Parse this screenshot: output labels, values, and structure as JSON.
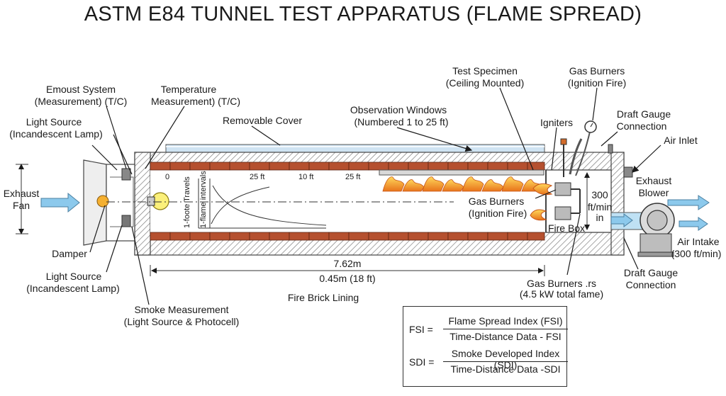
{
  "title": "ASTM E84 TUNNEL TEST APPARATUS (FLAME SPREAD)",
  "labels": {
    "exhaust_system": [
      "Emoust System",
      "(Measurement) (T/C)"
    ],
    "temperature": [
      "Temperature",
      "Measurement) (T/C)"
    ],
    "light_source_top": [
      "Light Source",
      "(Incandescent Lamp)"
    ],
    "removable_cover": "Removable Cover",
    "observation_windows": [
      "Observation Windows",
      "(Numbered 1 to 25 ft)"
    ],
    "test_specimen": [
      "Test Specimen",
      "(Ceiling Mounted)"
    ],
    "gas_burners_top": [
      "Gas Burners",
      "(Ignition Fire)"
    ],
    "igniters": "Igniters",
    "draft_gauge_top": [
      "Draft Gauge",
      "Connection"
    ],
    "air_inlet": "Air Inlet",
    "exhaust_fan": [
      "Exhaust",
      "Fan"
    ],
    "exhaust_blower": [
      "Exhaust",
      "Blower"
    ],
    "air_intake": [
      "Air Intake",
      "(300 ft/min)"
    ],
    "draft_gauge_bottom": [
      "Draft Gauge",
      "Connection"
    ],
    "damper": "Damper",
    "light_source_bottom": [
      "Light Source",
      "(Incandescent Lamp)"
    ],
    "smoke_measurement": [
      "Smoke Measurement",
      "(Light Source & Photocell)"
    ],
    "fire_brick": "Fire Brick Lining",
    "length_m": "7.62m",
    "length_ft": "0.45m (18 ft)",
    "gas_burners_inner": [
      "Gas Burners",
      "(Ignition Fire)"
    ],
    "gas_burners_bottom": [
      "Gas Burners .rs",
      "(4.5 kW total fame)"
    ],
    "fire_box": "Fire Box",
    "air_speed": [
      "300",
      "ft/min",
      "in"
    ],
    "scale_0": "0",
    "scale_25a": "25 ft",
    "scale_10": "10 ft",
    "scale_25b": "25 ft",
    "graph_axis_1": "1-foote Travels",
    "graph_axis_2": "1-flame intervals"
  },
  "formula": {
    "fsi_lhs": "FSI =",
    "fsi_num": "Flame Spread Index (FSI)",
    "fsi_den": "Time-Distance Data - FSI",
    "sdi_lhs": "SDI =",
    "sdi_num": "Smoke Developed Index (SDI)",
    "sdi_den": "Time-Distance Data -SDI"
  },
  "colors": {
    "brick": "#b5502f",
    "wall_hatch": "#777777",
    "cover": "#cfe3f2",
    "flame": "#f39a1c",
    "air_arrow": "#8cc9ec"
  }
}
